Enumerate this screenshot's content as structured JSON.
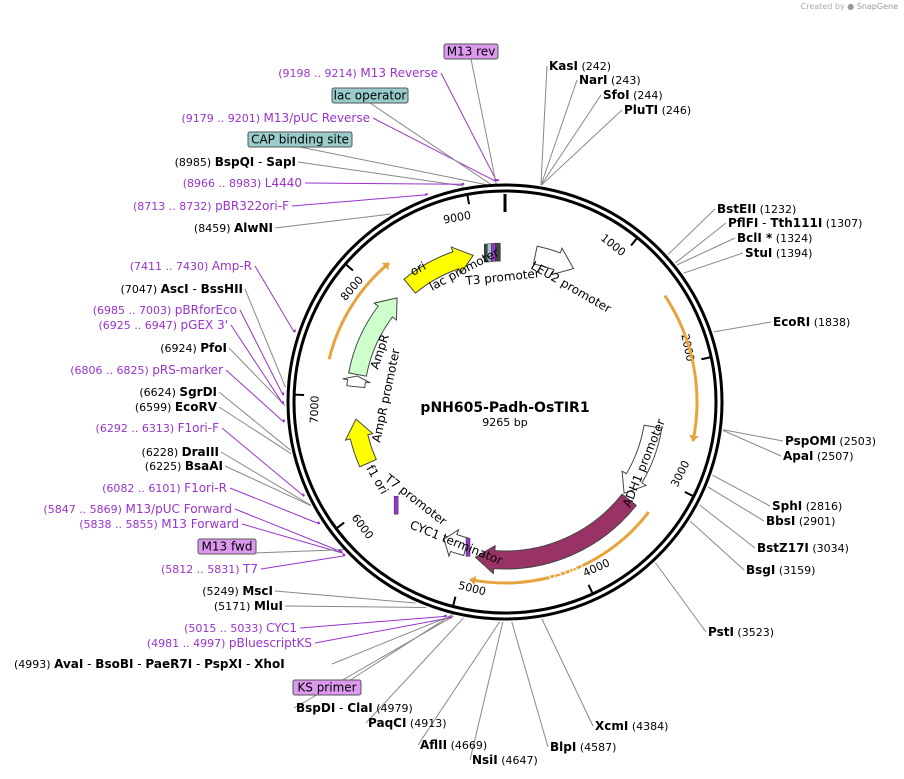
{
  "credit": {
    "prefix": "Created by",
    "brand": "SnapGene"
  },
  "plasmid": {
    "name": "pNH605-Padh-OsTIR1",
    "length_label": "9265 bp",
    "length": 9265
  },
  "colors": {
    "site_label": "#000000",
    "primer_label": "#9933cc",
    "leader_line": "#888888",
    "backbone": "#000000",
    "ori": "#ffff00",
    "ampr": "#ccffcc",
    "promoter": "#ffffff",
    "ostir1": "#993366",
    "orf_arrow": "#e8a33d",
    "blue_feature": "#99cccc",
    "primer_box": "#dd99ee"
  },
  "ticks": [
    "1000",
    "2000",
    "3000",
    "4000",
    "5000",
    "6000",
    "7000",
    "8000",
    "9000"
  ],
  "features": [
    {
      "id": "ori",
      "label": "ori",
      "start": 8250,
      "end": 8950,
      "kind": "arrow",
      "dir": 1,
      "color": "#ffff00"
    },
    {
      "id": "ampr",
      "label": "AmpR",
      "start": 7220,
      "end": 8080,
      "kind": "arrow",
      "dir": 1,
      "color": "#ccffcc"
    },
    {
      "id": "ampr-promoter",
      "label": "AmpR promoter",
      "start": 7100,
      "end": 7205,
      "kind": "arrow",
      "dir": 1,
      "color": "#ffffff"
    },
    {
      "id": "f1-ori",
      "label": "f1 ori",
      "start": 6330,
      "end": 6780,
      "kind": "arrow",
      "dir": 1,
      "color": "#ffff00"
    },
    {
      "id": "leu2-promoter",
      "label": "LEU2 promoter",
      "start": 300,
      "end": 700,
      "kind": "arrow",
      "dir": 1,
      "color": "#ffffff"
    },
    {
      "id": "adh1-promoter",
      "label": "ADH1 promoter",
      "start": 2560,
      "end": 3280,
      "kind": "arrow",
      "dir": 1,
      "color": "#ffffff"
    },
    {
      "id": "ostir1",
      "label": "OsTIR1",
      "start": 3300,
      "end": 4910,
      "kind": "arrow",
      "dir": 1,
      "color": "#993366"
    },
    {
      "id": "cyc1-terminator",
      "label": "CYC1 terminator",
      "start": 5020,
      "end": 5250,
      "kind": "arrow",
      "dir": 1,
      "color": "#ffffff"
    }
  ],
  "feature_labels": [
    "lac promoter",
    "T3 promoter",
    "T7 promoter",
    "CYC1 terminator"
  ],
  "sites_right": [
    {
      "name": "KasI",
      "pos": "(242)"
    },
    {
      "name": "NarI",
      "pos": "(243)"
    },
    {
      "name": "SfoI",
      "pos": "(244)"
    },
    {
      "name": "PluTI",
      "pos": "(246)"
    },
    {
      "name": "BstEII",
      "pos": "(1232)"
    },
    {
      "name": "PflFI",
      "sep": "-",
      "name2": "Tth111I",
      "pos": "(1307)"
    },
    {
      "name": "BclI",
      "star": "*",
      "pos": "(1324)"
    },
    {
      "name": "StuI",
      "pos": "(1394)"
    },
    {
      "name": "EcoRI",
      "pos": "(1838)"
    },
    {
      "name": "PspOMI",
      "pos": "(2503)"
    },
    {
      "name": "ApaI",
      "pos": "(2507)"
    },
    {
      "name": "SphI",
      "pos": "(2816)"
    },
    {
      "name": "BbsI",
      "pos": "(2901)"
    },
    {
      "name": "BstZ17I",
      "pos": "(3034)"
    },
    {
      "name": "BsgI",
      "pos": "(3159)"
    },
    {
      "name": "PstI",
      "pos": "(3523)"
    },
    {
      "name": "XcmI",
      "pos": "(4384)"
    },
    {
      "name": "BlpI",
      "pos": "(4587)"
    },
    {
      "name": "NsiI",
      "pos": "(4647)"
    },
    {
      "name": "AflII",
      "pos": "(4669)"
    },
    {
      "name": "PaqCI",
      "pos": "(4913)"
    },
    {
      "name": "BspDI",
      "sep": "-",
      "name2": "ClaI",
      "pos": "(4979)"
    }
  ],
  "sites_left": [
    {
      "name": "BspQI",
      "sep": "-",
      "name2": "SapI",
      "pos": "(8985)"
    },
    {
      "name": "AlwNI",
      "pos": "(8459)"
    },
    {
      "name": "AscI",
      "sep": "-",
      "name2": "BssHII",
      "pos": "(7047)"
    },
    {
      "name": "PfoI",
      "pos": "(6924)"
    },
    {
      "name": "SgrDI",
      "pos": "(6624)"
    },
    {
      "name": "EcoRV",
      "pos": "(6599)"
    },
    {
      "name": "DraIII",
      "pos": "(6228)"
    },
    {
      "name": "BsaAI",
      "pos": "(6225)"
    },
    {
      "name": "MscI",
      "pos": "(5249)"
    },
    {
      "name": "MluI",
      "pos": "(5171)"
    }
  ],
  "xho_site": {
    "pos": "(4993)",
    "names": [
      "AvaI",
      "BsoBI",
      "PaeR7I",
      "PspXI",
      "XhoI"
    ]
  },
  "primers": [
    {
      "range": "(9198 .. 9214)",
      "name": "M13 Reverse"
    },
    {
      "range": "(9179 .. 9201)",
      "name": "M13/pUC Reverse"
    },
    {
      "range": "(8966 .. 8983)",
      "name": "L4440"
    },
    {
      "range": "(8713 .. 8732)",
      "name": "pBR322ori-F"
    },
    {
      "range": "(7411 .. 7430)",
      "name": "Amp-R"
    },
    {
      "range": "(6985 .. 7003)",
      "name": "pBRforEco"
    },
    {
      "range": "(6925 .. 6947)",
      "name": "pGEX 3'"
    },
    {
      "range": "(6806 .. 6825)",
      "name": "pRS-marker"
    },
    {
      "range": "(6292 .. 6313)",
      "name": "F1ori-F"
    },
    {
      "range": "(6082 .. 6101)",
      "name": "F1ori-R"
    },
    {
      "range": "(5847 .. 5869)",
      "name": "M13/pUC Forward"
    },
    {
      "range": "(5838 .. 5855)",
      "name": "M13 Forward"
    },
    {
      "range": "(5812 .. 5831)",
      "name": "T7"
    },
    {
      "range": "(5015 .. 5033)",
      "name": "CYC1"
    },
    {
      "range": "(4981 .. 4997)",
      "name": "pBluescriptKS"
    }
  ],
  "boxes": [
    {
      "label": "M13 rev"
    },
    {
      "label": "lac operator"
    },
    {
      "label": "CAP binding site"
    },
    {
      "label": "M13 fwd"
    },
    {
      "label": "KS primer"
    }
  ]
}
